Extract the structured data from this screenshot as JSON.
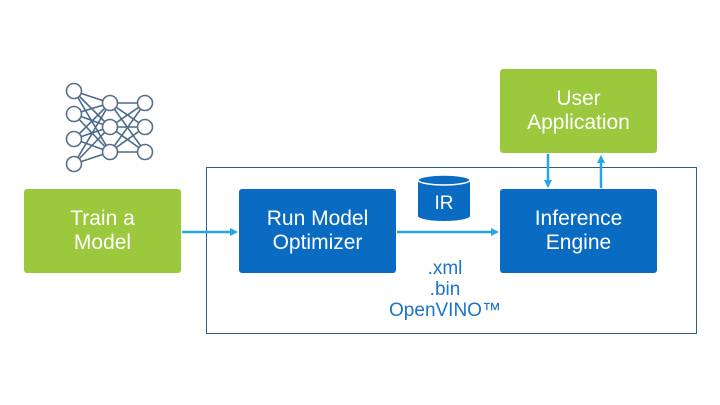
{
  "boxes": {
    "train": "Train a\nModel",
    "optimizer": "Run Model\nOptimizer",
    "engine": "Inference\nEngine",
    "user_app": "User\nApplication"
  },
  "ir_label": "IR",
  "files": [
    ".xml",
    ".bin",
    "OpenVINO™"
  ],
  "colors": {
    "green": "#9bc83c",
    "blue": "#0a6bc2",
    "arrow": "#22a7e8",
    "network": "#4a6a8c"
  },
  "icons": [
    "neural-network-icon",
    "database-icon"
  ]
}
